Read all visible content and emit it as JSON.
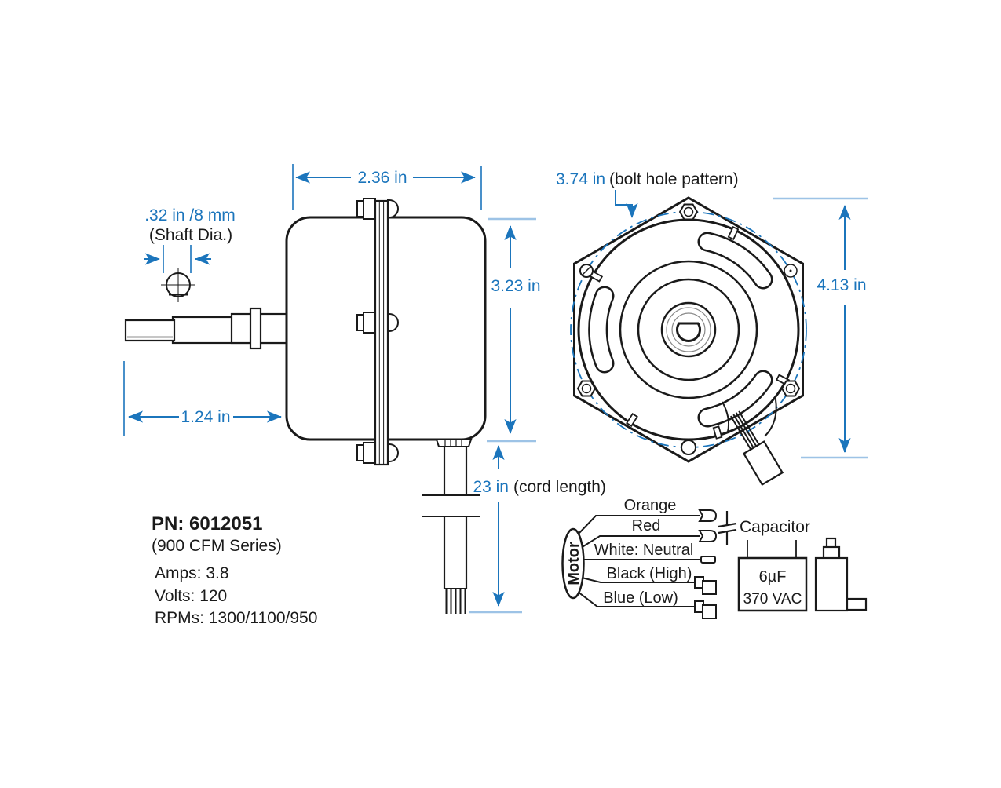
{
  "colors": {
    "accent_blue": "#1b75bc",
    "tick_blue": "#9dc3e6",
    "line_ink": "#1a1a1a"
  },
  "side_view": {
    "width": "2.36 in",
    "shaft_diameter": ".32 in /8 mm",
    "shaft_diameter_note": "(Shaft Dia.)",
    "body_height": "3.23 in",
    "shaft_length": "1.24 in",
    "cord_length": "23 in",
    "cord_length_note": "(cord length)"
  },
  "front_view": {
    "bolt_pattern": "3.74 in",
    "bolt_pattern_note": "(bolt hole pattern)",
    "overall_height": "4.13 in"
  },
  "specs": {
    "part_number": "PN: 6012051",
    "series": "(900 CFM Series)",
    "amps": "Amps: 3.8",
    "volts": "Volts: 120",
    "rpms": "RPMs: 1300/1100/950"
  },
  "wiring": {
    "motor": "Motor",
    "wires": [
      "Orange",
      "Red",
      "White: Neutral",
      "Black (High)",
      "Blue (Low)"
    ],
    "capacitor": "Capacitor",
    "capacitance": "6µF",
    "voltage": "370 VAC"
  }
}
